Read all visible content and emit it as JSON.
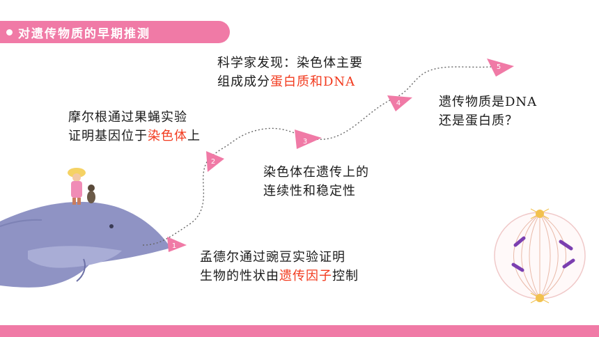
{
  "header": {
    "title": "对遗传物质的早期推测"
  },
  "steps": [
    {
      "number": "1",
      "line1": "孟德尔通过豌豆实验证明",
      "line2_prefix": "生物的性状由",
      "line2_highlight": "遗传因子",
      "line2_suffix": "控制"
    },
    {
      "number": "2",
      "line1": "摩尔根通过果蝇实验",
      "line2_prefix": "证明基因位于",
      "line2_highlight": "染色体",
      "line2_suffix": "上"
    },
    {
      "number": "3",
      "line1": "染色体在遗传上的",
      "line2": "连续性和稳定性"
    },
    {
      "number": "4",
      "line1": "科学家发现：染色体主要",
      "line2_prefix": "组成成分",
      "line2_highlight": "蛋白质和DNA"
    },
    {
      "number": "5",
      "line1": "遗传物质是DNA",
      "line2": "还是蛋白质？"
    }
  ],
  "colors": {
    "accent": "#f07aa6",
    "highlight": "#f23a1e",
    "whale": "#8f93c4"
  }
}
